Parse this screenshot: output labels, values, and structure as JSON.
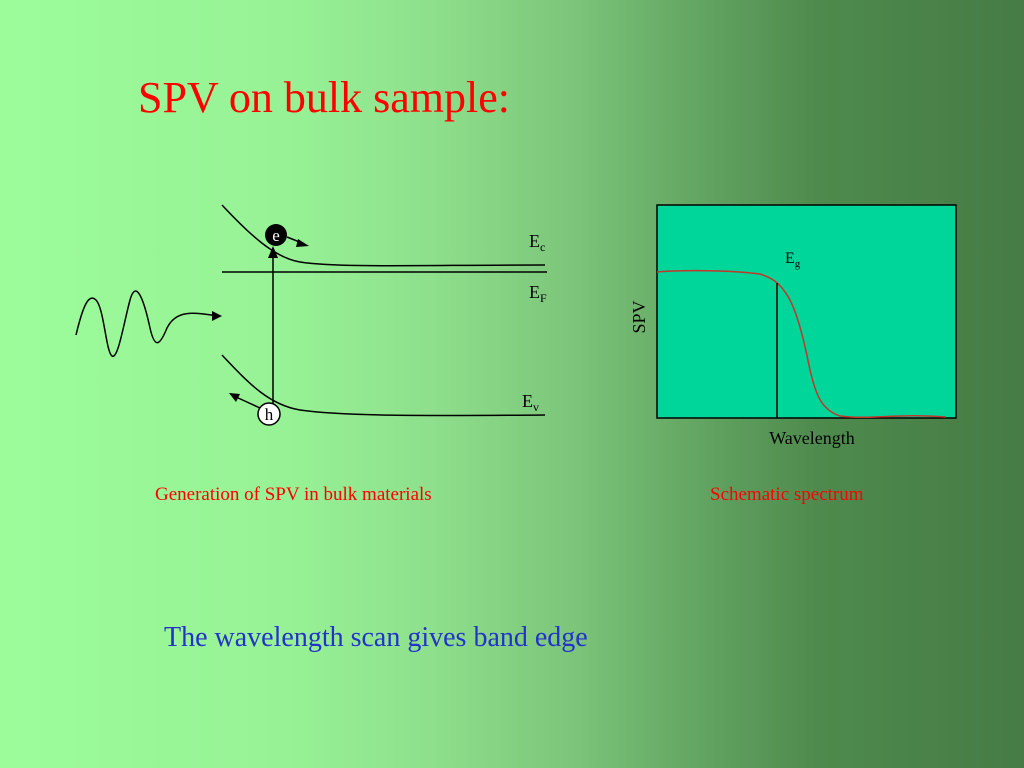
{
  "slide": {
    "title": "SPV on bulk sample:",
    "left_caption": "Generation of SPV in bulk materials",
    "right_caption": "Schematic spectrum",
    "bottom_text": "The wavelength scan gives band edge"
  },
  "band_diagram": {
    "electron_label": "e",
    "hole_label": "h",
    "conduction_band": {
      "main": "E",
      "sub": "c"
    },
    "fermi_level": {
      "main": "E",
      "sub": "F"
    },
    "valence_band": {
      "main": "E",
      "sub": "v"
    }
  },
  "spectrum": {
    "ylabel": "SPV",
    "xlabel": "Wavelength",
    "edge_label": {
      "main": "E",
      "sub": "g"
    }
  },
  "colors": {
    "title": "#ff0000",
    "caption": "#ff0000",
    "bottom_text": "#2233cc",
    "spectrum_bg": "#00d59a",
    "spectrum_curve": "#c0392b"
  }
}
